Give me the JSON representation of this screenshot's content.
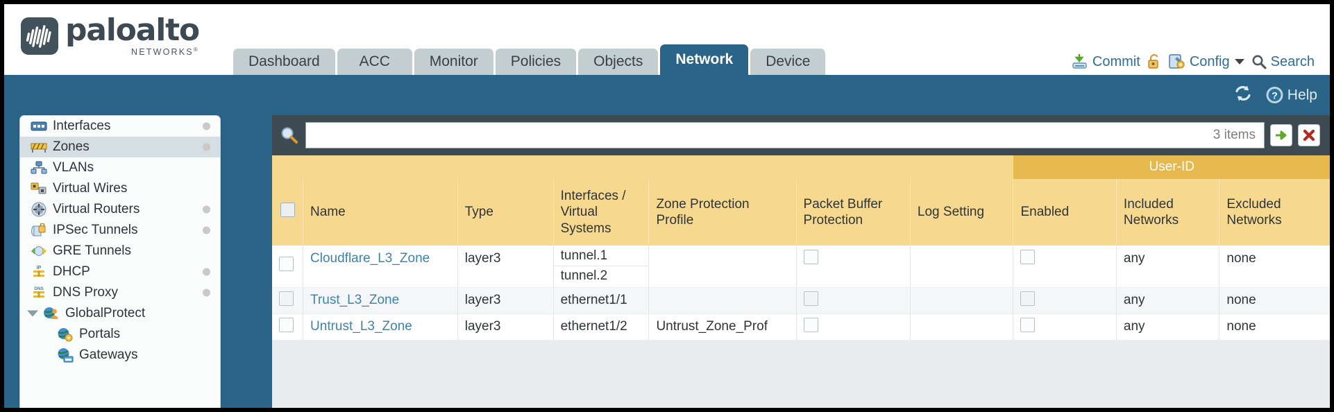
{
  "brand": {
    "name": "paloalto",
    "tagline": "NETWORKS",
    "registered": "®"
  },
  "header": {
    "tabs": [
      {
        "label": "Dashboard",
        "active": false
      },
      {
        "label": "ACC",
        "active": false
      },
      {
        "label": "Monitor",
        "active": false
      },
      {
        "label": "Policies",
        "active": false
      },
      {
        "label": "Objects",
        "active": false
      },
      {
        "label": "Network",
        "active": true
      },
      {
        "label": "Device",
        "active": false
      }
    ],
    "actions": [
      {
        "label": "Commit",
        "icon": "commit-save-icon"
      },
      {
        "label": "",
        "icon": "unlock-padlock-icon"
      },
      {
        "label": "Config",
        "icon": "config-wrench-icon",
        "has_caret": true
      },
      {
        "label": "Search",
        "icon": "search-magnifier-icon"
      }
    ]
  },
  "bluebar": {
    "refresh_icon": "refresh-icon",
    "help_icon": "help-question-icon",
    "help_label": "Help"
  },
  "sidebar": {
    "items": [
      {
        "label": "Interfaces",
        "icon": "interfaces-icon",
        "selected": false,
        "dot": true,
        "child": false,
        "twisty": false
      },
      {
        "label": "Zones",
        "icon": "zones-icon",
        "selected": true,
        "dot": true,
        "child": false,
        "twisty": false
      },
      {
        "label": "VLANs",
        "icon": "vlans-icon",
        "selected": false,
        "dot": false,
        "child": false,
        "twisty": false
      },
      {
        "label": "Virtual Wires",
        "icon": "virtual-wires-icon",
        "selected": false,
        "dot": false,
        "child": false,
        "twisty": false
      },
      {
        "label": "Virtual Routers",
        "icon": "virtual-routers-icon",
        "selected": false,
        "dot": true,
        "child": false,
        "twisty": false
      },
      {
        "label": "IPSec Tunnels",
        "icon": "ipsec-tunnels-icon",
        "selected": false,
        "dot": true,
        "child": false,
        "twisty": false
      },
      {
        "label": "GRE Tunnels",
        "icon": "gre-tunnels-icon",
        "selected": false,
        "dot": false,
        "child": false,
        "twisty": false
      },
      {
        "label": "DHCP",
        "icon": "dhcp-icon",
        "selected": false,
        "dot": true,
        "child": false,
        "twisty": false
      },
      {
        "label": "DNS Proxy",
        "icon": "dns-proxy-icon",
        "selected": false,
        "dot": true,
        "child": false,
        "twisty": false
      },
      {
        "label": "GlobalProtect",
        "icon": "globalprotect-icon",
        "selected": false,
        "dot": false,
        "child": false,
        "twisty": true
      },
      {
        "label": "Portals",
        "icon": "portals-icon",
        "selected": false,
        "dot": false,
        "child": true,
        "twisty": false
      },
      {
        "label": "Gateways",
        "icon": "gateways-icon",
        "selected": false,
        "dot": false,
        "child": true,
        "twisty": false
      }
    ]
  },
  "search": {
    "value": "",
    "placeholder": "",
    "items_count": "3 items",
    "apply_icon": "apply-filter-arrow-icon",
    "clear_icon": "clear-filter-x-icon",
    "magnifier_icon": "search-magnifier-icon"
  },
  "table": {
    "group_header": {
      "label": "User-ID",
      "span": 3
    },
    "columns": [
      {
        "key": "check",
        "label": ""
      },
      {
        "key": "name",
        "label": "Name"
      },
      {
        "key": "type",
        "label": "Type"
      },
      {
        "key": "ifaces",
        "label": "Interfaces / Virtual Systems"
      },
      {
        "key": "zpp",
        "label": "Zone Protection Profile"
      },
      {
        "key": "pbp",
        "label": "Packet Buffer Protection"
      },
      {
        "key": "log",
        "label": "Log Setting"
      },
      {
        "key": "enabled",
        "label": "Enabled"
      },
      {
        "key": "incl",
        "label": "Included Networks"
      },
      {
        "key": "excl",
        "label": "Excluded Networks"
      }
    ],
    "rows": [
      {
        "checked": false,
        "name": "Cloudflare_L3_Zone",
        "type": "layer3",
        "interfaces": [
          "tunnel.1",
          "tunnel.2"
        ],
        "zone_protection_profile": "",
        "packet_buffer_protection": false,
        "log_setting": "",
        "userid_enabled": false,
        "included_networks": "any",
        "excluded_networks": "none"
      },
      {
        "checked": false,
        "name": "Trust_L3_Zone",
        "type": "layer3",
        "interfaces": [
          "ethernet1/1"
        ],
        "zone_protection_profile": "",
        "packet_buffer_protection": false,
        "log_setting": "",
        "userid_enabled": false,
        "included_networks": "any",
        "excluded_networks": "none"
      },
      {
        "checked": false,
        "name": "Untrust_L3_Zone",
        "type": "layer3",
        "interfaces": [
          "ethernet1/2"
        ],
        "zone_protection_profile": "Untrust_Zone_Prof",
        "packet_buffer_protection": false,
        "log_setting": "",
        "userid_enabled": false,
        "included_networks": "any",
        "excluded_networks": "none"
      }
    ]
  },
  "colors": {
    "brand_blue": "#2a6489",
    "tab_inactive": "#c3ced1",
    "table_header_yellow": "#f6d98f",
    "group_header_yellow": "#e5b94e",
    "link_blue": "#3f83a8",
    "panel_dark": "#3e4a52"
  }
}
